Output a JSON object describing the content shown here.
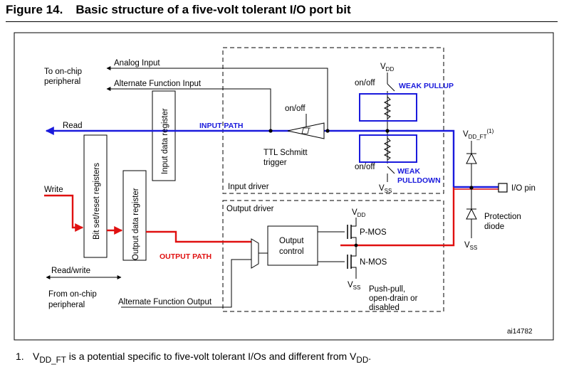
{
  "figure": {
    "number": "Figure 14.",
    "title": "Basic structure of a five-volt tolerant I/O port bit",
    "ref_code": "ai14782"
  },
  "labels": {
    "to_onchip_1": "To on-chip",
    "to_onchip_2": "peripheral",
    "analog_input": "Analog Input",
    "alt_func_input": "Alternate Function Input",
    "read": "Read",
    "write": "Write",
    "read_write": "Read/write",
    "from_onchip_1": "From on-chip",
    "from_onchip_2": "peripheral",
    "alt_func_output": "Alternate Function Output",
    "input_path": "INPUT PATH",
    "output_path": "OUTPUT PATH",
    "input_data_register": "Input data register",
    "output_data_register": "Output data register",
    "bit_set_reset_registers": "Bit set/reset registers",
    "onoff": "on/off",
    "ttl_1": "TTL Schmitt",
    "ttl_2": "trigger",
    "input_driver": "Input driver",
    "output_driver": "Output driver",
    "output_control_1": "Output",
    "output_control_2": "control",
    "pmos": "P-MOS",
    "nmos": "N-MOS",
    "vdd_main": "V",
    "vdd_sub": "DD",
    "vss_main": "V",
    "vss_sub": "SS",
    "vddft_main": "V",
    "vddft_sub": "DD_FT",
    "vddft_sup": "(1)",
    "weak_pullup": "WEAK PULLUP",
    "weak_pulldown_1": "WEAK",
    "weak_pulldown_2": "PULLDOWN",
    "io_pin": "I/O pin",
    "protection_1": "Protection",
    "protection_2": "diode",
    "pushpull_1": "Push-pull,",
    "pushpull_2": "open-drain or",
    "pushpull_3": "disabled"
  },
  "footnote": {
    "number": "1.",
    "t1": "V",
    "t1_sub": "DD_FT",
    "t2": " is a potential specific to five-volt tolerant I/Os and different from V",
    "t2_sub": "DD",
    "t3": "."
  },
  "colors": {
    "input_path": "#1a1adc",
    "output_path": "#e01010",
    "frame": "#000000"
  }
}
